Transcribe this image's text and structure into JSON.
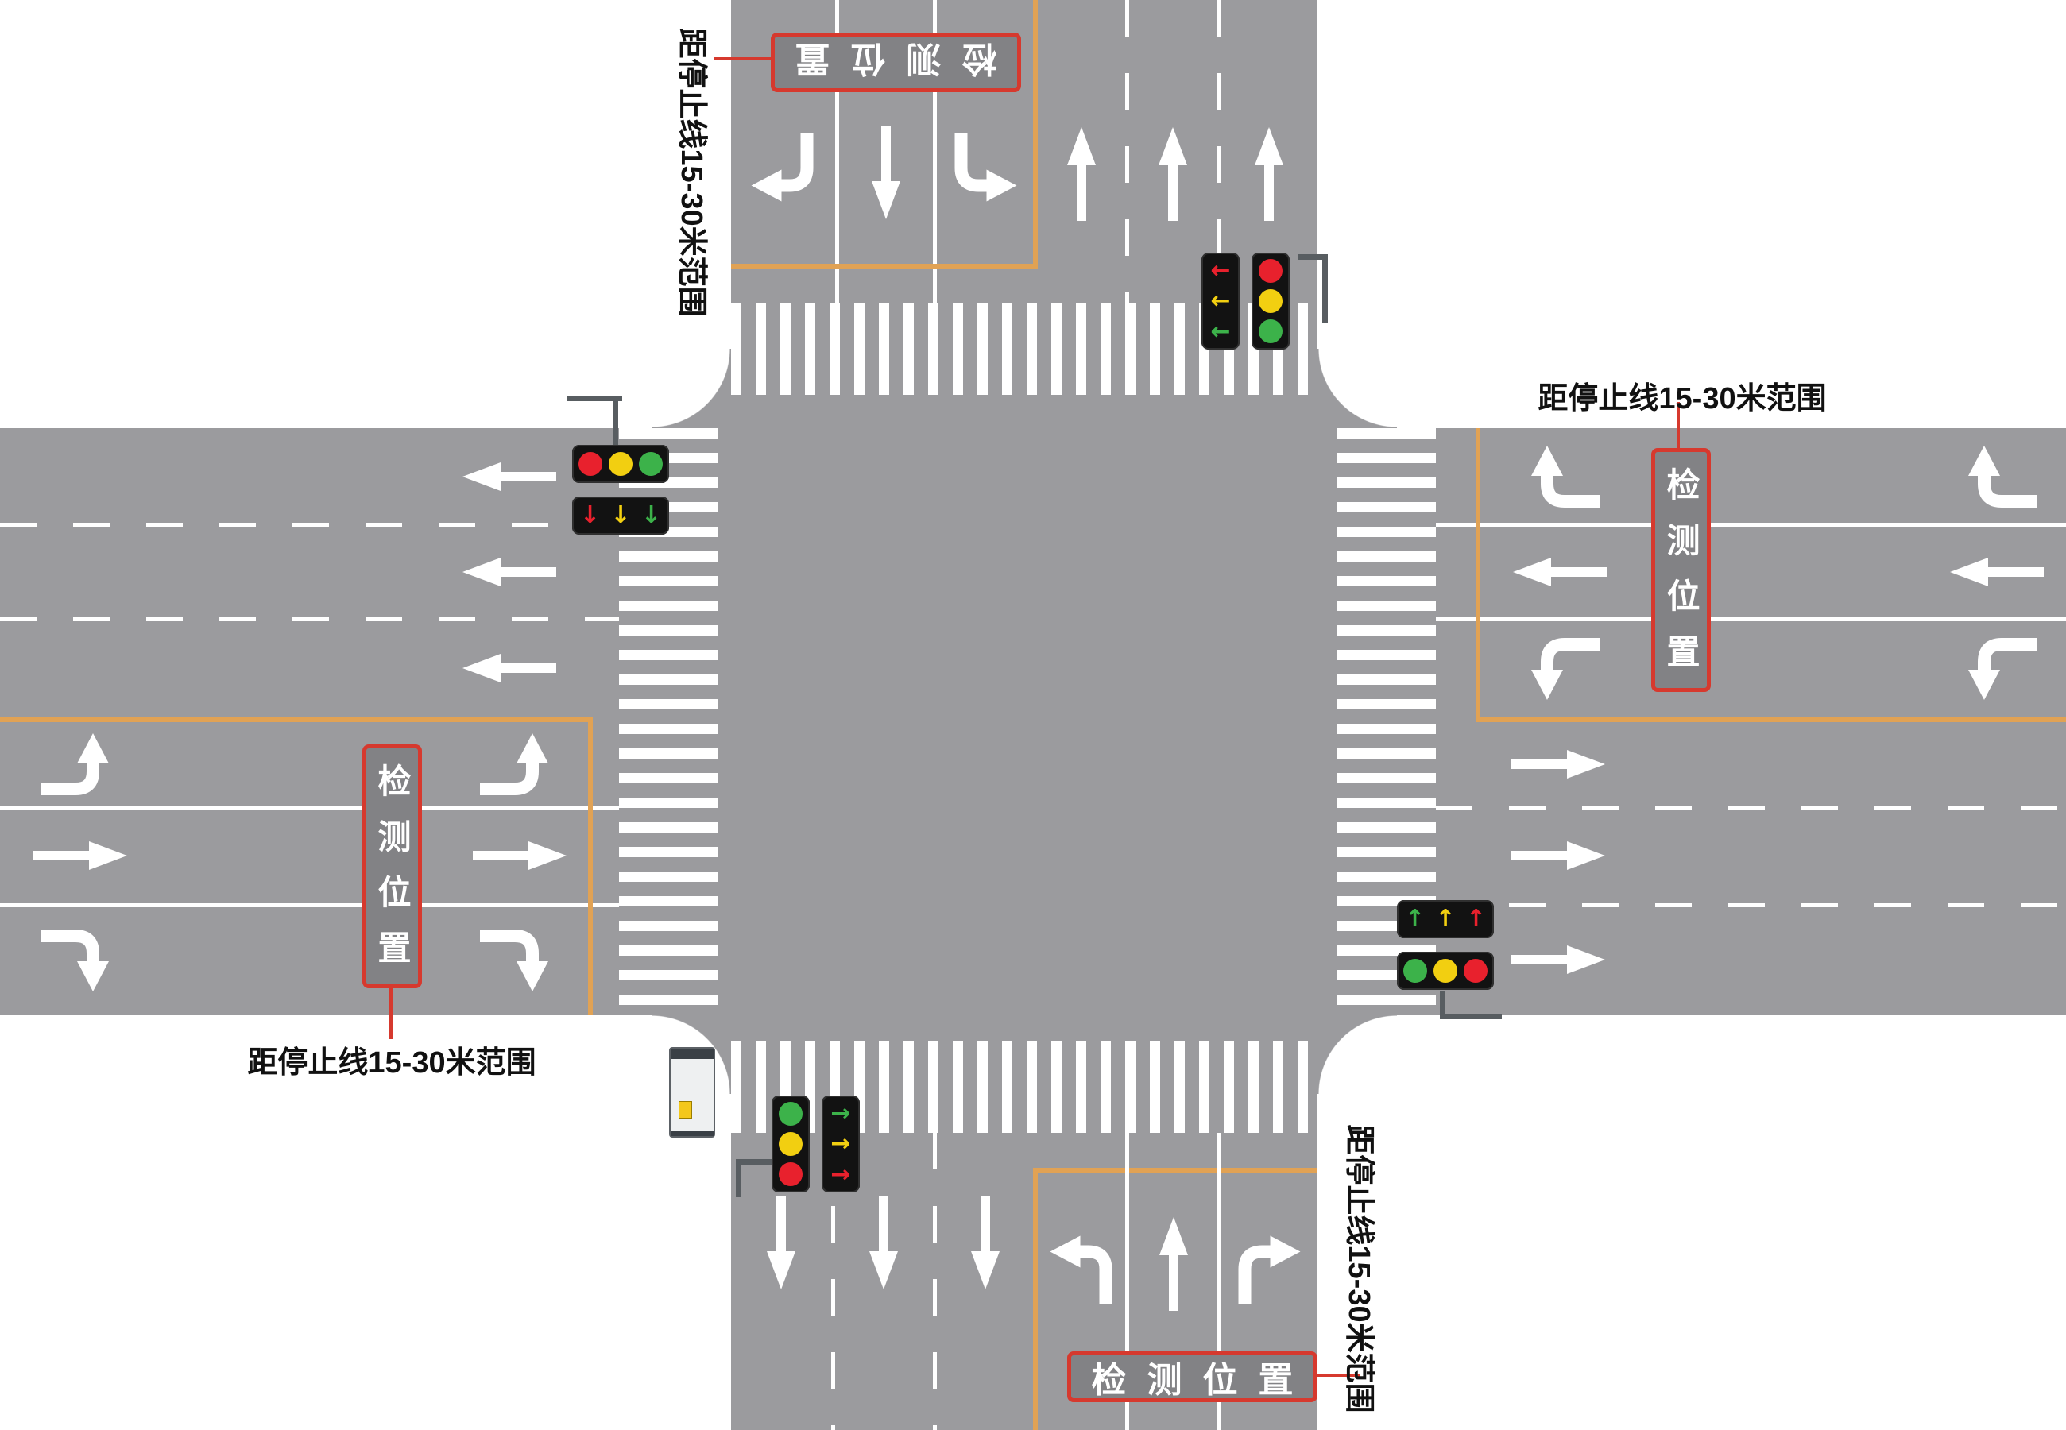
{
  "colors": {
    "road_gray": "#9b9b9e",
    "detection_box_fill": "#828285",
    "accent_red": "#d6392e",
    "zone_line_orange": "#e1a254",
    "marking_white": "#ffffff",
    "lamp_red": "#e8212d",
    "lamp_yellow": "#f2cf11",
    "lamp_green": "#3cb24a"
  },
  "zone_labels": {
    "top": "检测位置",
    "right": "检测位置",
    "left": "检测位置",
    "bottom": "检测位置"
  },
  "range_notes": {
    "top": "距停止线15-30米范围",
    "right": "距停止线15-30米范围",
    "left": "距停止线15-30米范围",
    "bottom": "距停止线15-30米范围"
  },
  "glyphs": {
    "arrow_left": "←",
    "arrow_right": "→",
    "arrow_up": "↑",
    "arrow_down": "↓"
  }
}
